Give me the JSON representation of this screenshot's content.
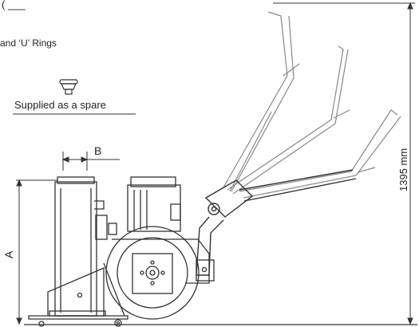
{
  "top_text": "( ___",
  "rings_label": "and ‘U’ Rings",
  "spare_label": "Supplied as a spare",
  "dims": {
    "a_label": "A",
    "b_label": "B",
    "height_label": "1395 mm"
  },
  "colors": {
    "line": "#333333",
    "grey": "#555555",
    "ghost": "#777777"
  }
}
